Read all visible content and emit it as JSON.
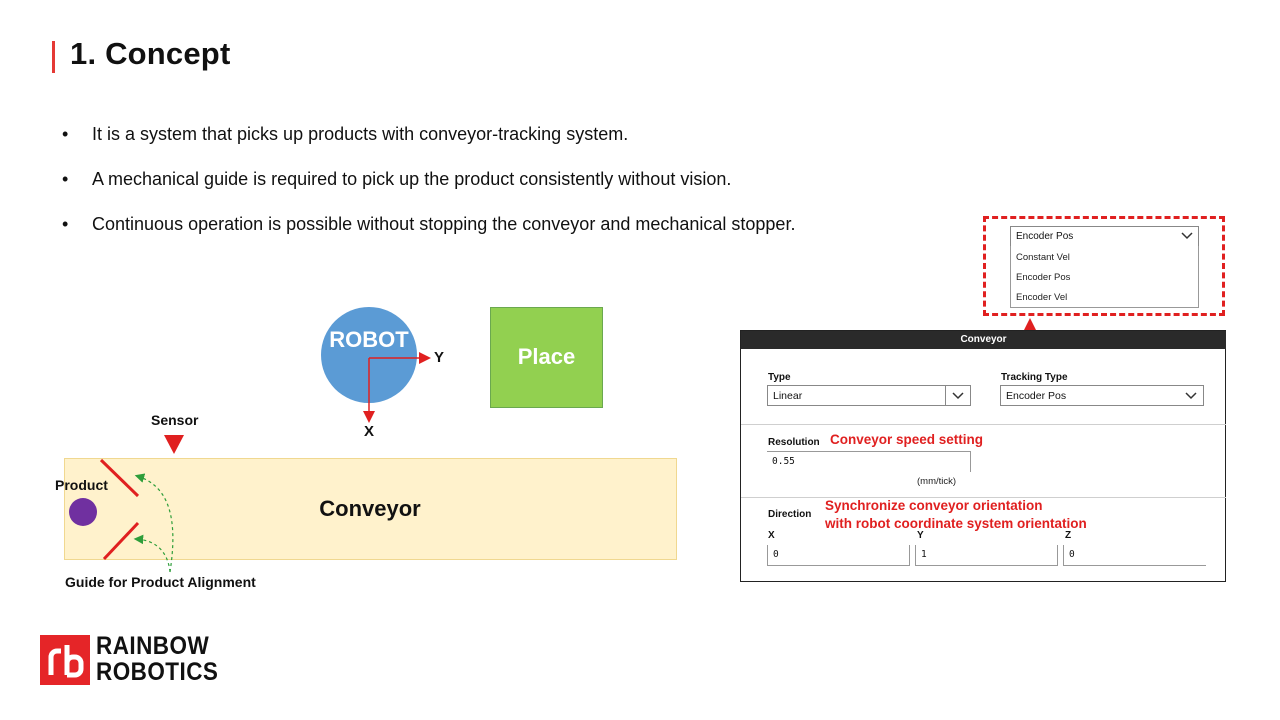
{
  "slide": {
    "title": "1. Concept",
    "bullets": [
      "It is a system that picks up products with conveyor-tracking system.",
      "A mechanical guide is required to pick up the product consistently without vision.",
      "Continuous operation is possible without stopping the conveyor and mechanical stopper."
    ]
  },
  "diagram": {
    "robot": "ROBOT",
    "place": "Place",
    "axis_y": "Y",
    "axis_x": "X",
    "sensor": "Sensor",
    "conveyor": "Conveyor",
    "product": "Product",
    "guide": "Guide for Product Alignment"
  },
  "dropdown": {
    "selected": "Encoder Pos",
    "options": [
      "Constant Vel",
      "Encoder Pos",
      "Encoder Vel"
    ]
  },
  "panel": {
    "header": "Conveyor",
    "type_label": "Type",
    "type_value": "Linear",
    "tracking_label": "Tracking Type",
    "tracking_value": "Encoder Pos",
    "resolution_label": "Resolution",
    "resolution_note": "Conveyor speed setting",
    "resolution_value": "0.55",
    "resolution_unit": "(mm/tick)",
    "direction_label": "Direction",
    "direction_note_1": "Synchronize conveyor orientation",
    "direction_note_2": "with robot coordinate system orientation",
    "x_label": "X",
    "y_label": "Y",
    "z_label": "Z",
    "x_value": "0",
    "y_value": "1",
    "z_value": "0"
  },
  "logo": {
    "line1": "RAINBOW",
    "line2": "ROBOTICS"
  },
  "colors": {
    "accent_red": "#e02020",
    "robot_blue": "#5b9bd5",
    "place_green": "#92d050",
    "conveyor_fill": "#fff2cc",
    "product_purple": "#7030a0"
  }
}
